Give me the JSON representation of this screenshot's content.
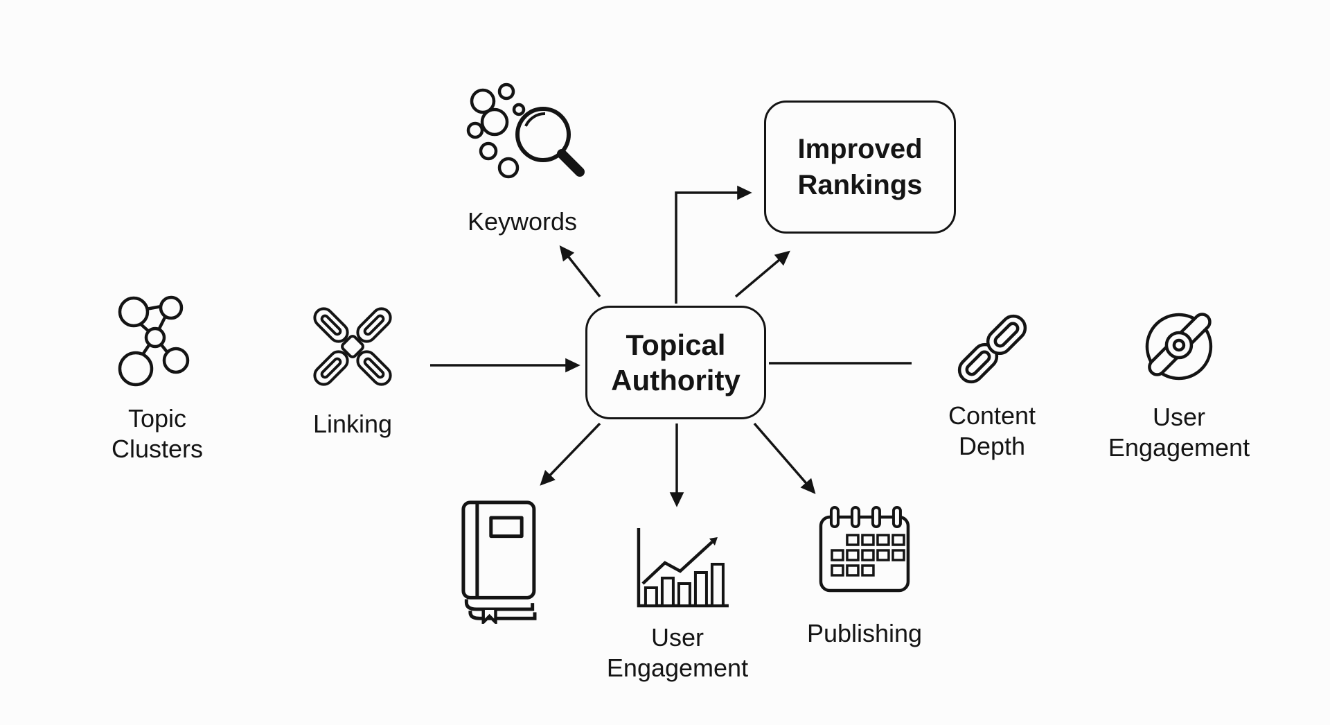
{
  "canvas": {
    "background": "#fcfcfc",
    "ink": "#141414"
  },
  "diagram": {
    "center_node": {
      "lines": [
        "Topical",
        "Authority"
      ]
    },
    "outcome_node": {
      "lines": [
        "Improved",
        "Rankings"
      ]
    },
    "factor_nodes": {
      "keywords": {
        "label": "Keywords",
        "icon": "magnifier-bubbles-icon"
      },
      "topic_clusters": {
        "lines": [
          "Topic",
          "Clusters"
        ],
        "icon": "bubble-cluster-icon"
      },
      "linking": {
        "label": "Linking",
        "icon": "chain-cross-icon"
      },
      "content_depth": {
        "lines": [
          "Content",
          "Depth"
        ],
        "icon": "chain-link-icon"
      },
      "user_engagement_right": {
        "lines": [
          "User",
          "Engagement"
        ],
        "icon": "target-wrench-icon"
      },
      "book": {
        "icon": "book-icon"
      },
      "user_engagement_bottom": {
        "lines": [
          "User",
          "Engagement"
        ],
        "icon": "bar-chart-growth-icon"
      },
      "publishing": {
        "label": "Publishing",
        "icon": "calendar-icon"
      }
    }
  }
}
